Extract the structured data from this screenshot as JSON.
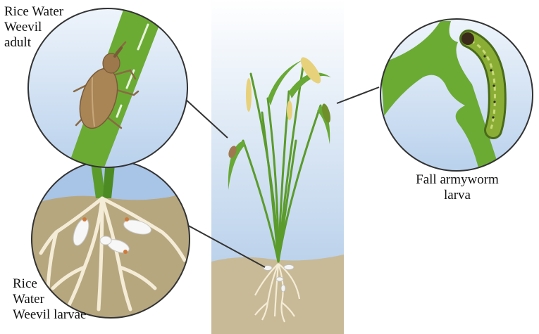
{
  "labels": {
    "weevil_adult": [
      "Rice Water",
      "Weevil",
      "adult"
    ],
    "weevil_larvae": [
      "Rice",
      "Water",
      "Weevil larvae"
    ],
    "armyworm": [
      "Fall armyworm",
      "larva"
    ]
  },
  "colors": {
    "sky_top": "#ffffff",
    "sky_bottom": "#b8d0ea",
    "soil": "#c9bb98",
    "soil_dark": "#a89468",
    "leaf": "#6aa832",
    "leaf_dark": "#3d7a1c",
    "grain": "#e8d27a",
    "root": "#f3ead2",
    "weevil": "#a07850",
    "larva": "#f2f2f2",
    "caterpillar": "#7a9a2a",
    "connector": "#333333"
  }
}
